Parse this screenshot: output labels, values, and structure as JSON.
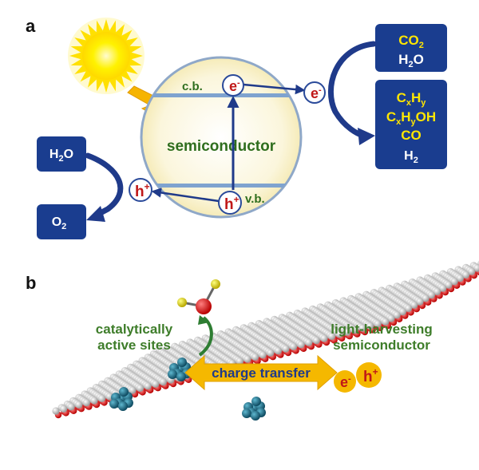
{
  "panel_a": {
    "letter": "a",
    "cb_label": "c.b.",
    "vb_label": "v.b.",
    "semiconductor_label": "semiconductor",
    "electron_symbol": "e",
    "electron_sup": "-",
    "hole_symbol": "h",
    "hole_sup": "+",
    "oxidation": {
      "reactant": {
        "main": "H",
        "sub": "2",
        "tail": "O"
      },
      "product": {
        "main": "O",
        "sub": "2"
      }
    },
    "reduction": {
      "reactants": [
        {
          "main": "CO",
          "sub": "2"
        },
        {
          "main": "H",
          "sub": "2",
          "tail": "O"
        }
      ],
      "products": [
        {
          "p1": "C",
          "s1": "x",
          "p2": "H",
          "s2": "y",
          "p3": ""
        },
        {
          "p1": "C",
          "s1": "x",
          "p2": "H",
          "s2": "y",
          "p3": "OH"
        },
        {
          "p1": "CO",
          "s1": "",
          "p2": "",
          "s2": "",
          "p3": ""
        },
        {
          "p1": "H",
          "s1": "2",
          "p2": "",
          "s2": "",
          "p3": ""
        }
      ]
    }
  },
  "panel_b": {
    "letter": "b",
    "left_label_line1": "catalytically",
    "left_label_line2": "active sites",
    "right_label_line1": "light-harvesting",
    "right_label_line2": "semiconductor",
    "charge_transfer": "charge transfer",
    "electron_symbol": "e",
    "electron_sup": "-",
    "hole_symbol": "h",
    "hole_sup": "+"
  },
  "colors": {
    "navy": "#1f3a8a",
    "box_blue": "#1a3d8f",
    "yellow_text": "#ffe600",
    "green_label": "#3e7d2a",
    "hole_red": "#c01818",
    "arrow_yellow": "#f5b800"
  }
}
